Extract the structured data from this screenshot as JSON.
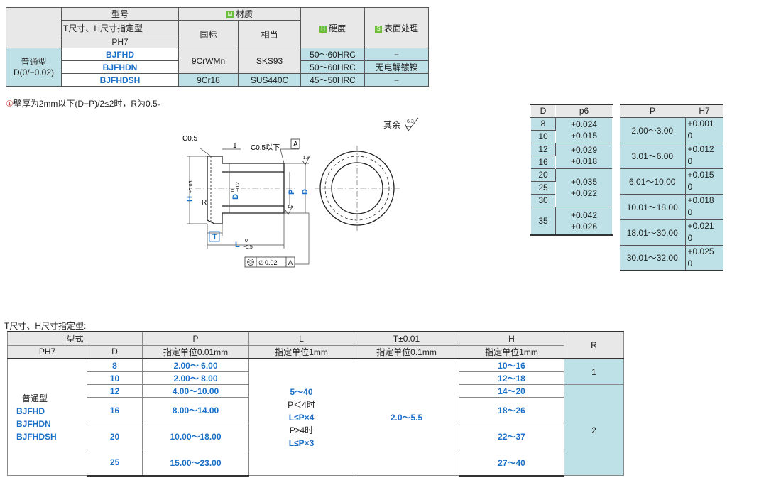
{
  "material_table": {
    "model_header": "型号",
    "spec_type": "T尺寸、H尺寸指定型",
    "ph7": "PH7",
    "material_header": "材质",
    "material_badge": "M",
    "gb": "国标",
    "equivalent": "相当",
    "hardness_header": "硬度",
    "hardness_badge": "H",
    "surface_header": "表面处理",
    "surface_badge": "S",
    "type_name": "普通型",
    "type_range": "D(0/−0.02)",
    "rows": [
      {
        "code": "BJFHD",
        "gb": "9CrWMn",
        "eq": "SKS93",
        "hardness": "50～60HRC",
        "surface": "−"
      },
      {
        "code": "BJFHDN",
        "hardness": "50～60HRC",
        "surface": "无电解镀镍"
      },
      {
        "code": "BJFHDSH",
        "gb": "9Cr18",
        "eq": "SUS440C",
        "hardness": "45～50HRC",
        "surface": "−"
      }
    ]
  },
  "note": {
    "marker": "①",
    "text": "壁厚为2mm以下(D−P)/2≤2时，R为0.5。"
  },
  "remark": {
    "text": "其余",
    "roughness": "6.3"
  },
  "drawing": {
    "c05": "C0.5",
    "one": "1",
    "c05_below": "C0.5以下",
    "datum": "A",
    "r16a": "1.6",
    "r16b": "1.6",
    "h_label": "H",
    "h_tol": "±0.05",
    "d_label": "D",
    "d_tol_top": "0",
    "d_tol_bot": "−0.2",
    "p_label": "P",
    "big_d": "D",
    "r_label": "R",
    "t_label": "T",
    "l_label": "L",
    "l_tol_top": "0",
    "l_tol_bot": "−0.5",
    "conc_value": "0.02",
    "conc_datum": "A",
    "phi": "∅"
  },
  "dp6_table": {
    "h_d": "D",
    "h_p6": "p6",
    "groups": [
      {
        "ds": [
          "8",
          "10"
        ],
        "upper": "+0.024",
        "lower": "+0.015"
      },
      {
        "ds": [
          "12",
          "16"
        ],
        "upper": "+0.029",
        "lower": "+0.018"
      },
      {
        "ds": [
          "20",
          "25",
          "30"
        ],
        "upper": "+0.035",
        "lower": "+0.022"
      },
      {
        "ds": [
          "35"
        ],
        "upper": "+0.042",
        "lower": "+0.026"
      }
    ]
  },
  "ph7_table": {
    "h_p": "P",
    "h_h7": "H7",
    "rows": [
      {
        "p": "2.00～3.00",
        "upper": "+0.001",
        "lower": "0"
      },
      {
        "p": "3.01～6.00",
        "upper": "+0.012",
        "lower": "0"
      },
      {
        "p": "6.01～10.00",
        "upper": "+0.015",
        "lower": "0"
      },
      {
        "p": "10.01～18.00",
        "upper": "+0.018",
        "lower": "0"
      },
      {
        "p": "18.01～30.00",
        "upper": "+0.021",
        "lower": "0"
      },
      {
        "p": "30.01～32.00",
        "upper": "+0.025",
        "lower": "0"
      }
    ]
  },
  "spec_table": {
    "title": "T尺寸、H尺寸指定型:",
    "h_type": "型式",
    "h_p": "P",
    "h_l": "L",
    "h_t": "T±0.01",
    "h_h": "H",
    "h_r": "R",
    "h_ph7": "PH7",
    "h_d": "D",
    "h_p_unit": "指定单位0.01mm",
    "h_l_unit": "指定单位1mm",
    "h_t_unit": "指定单位0.1mm",
    "h_h_unit": "指定单位1mm",
    "type_name": "普通型",
    "codes": [
      "BJFHD",
      "BJFHDN",
      "BJFHDSH"
    ],
    "rows": [
      {
        "d": "8",
        "p": "2.00～ 6.00",
        "h": "10～16"
      },
      {
        "d": "10",
        "p": "2.00～ 8.00",
        "h": "12～18"
      },
      {
        "d": "12",
        "p": "4.00～10.00",
        "h": "14～20"
      },
      {
        "d": "16",
        "p": "8.00～14.00",
        "h": "18～26"
      },
      {
        "d": "20",
        "p": "10.00～18.00",
        "h": "22～37"
      },
      {
        "d": "25",
        "p": "15.00～23.00",
        "h": "27～40"
      }
    ],
    "l_lines": [
      "5～40",
      "P＜4时",
      "L≤P×4",
      "P≥4时",
      "L≤P×3"
    ],
    "t_value": "2.0～5.5",
    "r_values": [
      "1",
      "2"
    ]
  },
  "colors": {
    "cyan": "#bde1e6",
    "blue_text": "#1a6fc8",
    "header_gray": "#e8e8e8",
    "badge_green": "#6abf3a"
  }
}
